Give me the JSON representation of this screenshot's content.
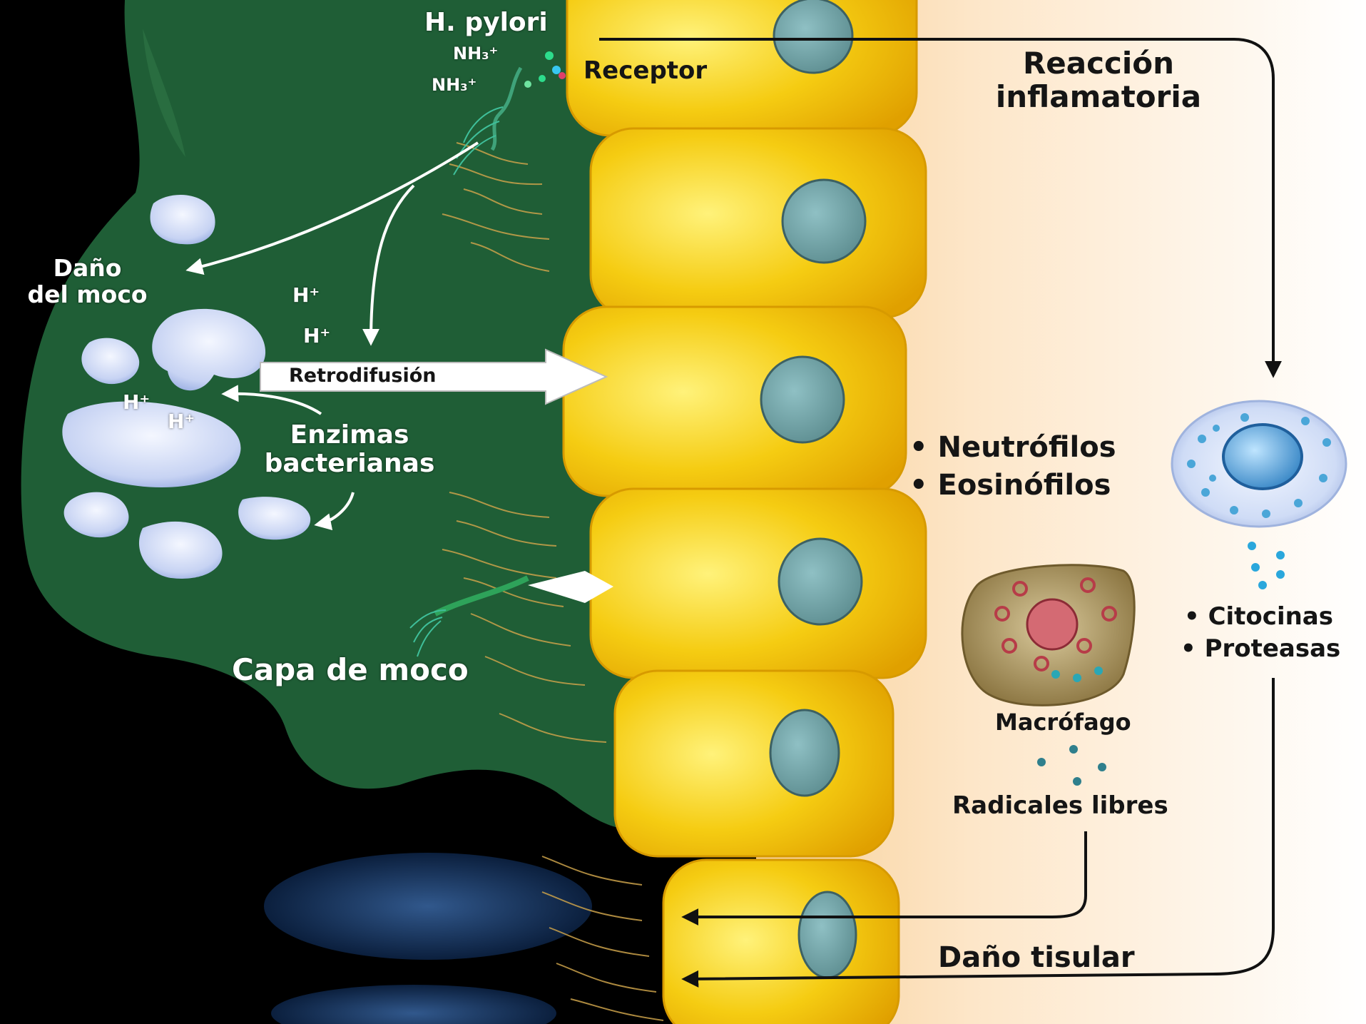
{
  "labels": {
    "h_pylori": "H. pylori",
    "nh3_top": "NH₃⁺",
    "nh3_bottom": "NH₃⁺",
    "receptor": "Receptor",
    "reaccion_line1": "Reacción",
    "reaccion_line2": "inflamatoria",
    "dano_moco_line1": "Daño",
    "dano_moco_line2": "del moco",
    "h_plus": "H⁺",
    "retrodifusion": "Retrodifusión",
    "enzimas_line1": "Enzimas",
    "enzimas_line2": "bacterianas",
    "capa_moco": "Capa de moco",
    "neutrofilos": "• Neutrófilos",
    "eosinofilos": "• Eosinófilos",
    "macrofago": "Macrófago",
    "radicales": "Radicales libres",
    "citocinas": "• Citocinas",
    "proteasas": "• Proteasas",
    "dano_tisular": "Daño tisular"
  },
  "colors": {
    "background": "#000000",
    "mucus_layer": "#1f5e36",
    "epithelial_cell": "#f2c50d",
    "cell_nucleus": "#6d9ea3",
    "tissue_side": "#fbe3c4",
    "mucus_damage": "#c9d5f2",
    "macrophage": "#a58d55",
    "arrow": "#111111"
  }
}
